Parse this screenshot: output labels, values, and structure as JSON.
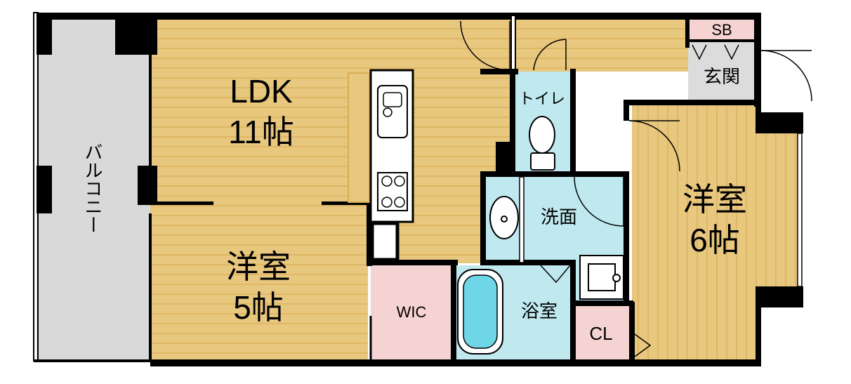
{
  "rooms": {
    "ldk": {
      "name": "LDK",
      "size": "11帖"
    },
    "western_5": {
      "name": "洋室",
      "size": "5帖"
    },
    "western_6": {
      "name": "洋室",
      "size": "6帖"
    },
    "balcony": {
      "name": "バルコニー"
    },
    "toilet": {
      "name": "トイレ"
    },
    "washroom": {
      "name": "洗面"
    },
    "bath": {
      "name": "浴室"
    },
    "wic": {
      "name": "WIC"
    },
    "closet": {
      "name": "CL"
    },
    "entrance": {
      "name": "玄関"
    },
    "shoebox": {
      "name": "SB"
    }
  },
  "colors": {
    "wall": "#000000",
    "wood_floor": "#e8c77e",
    "wood_line": "#d9ad55",
    "balcony": "#d9d9d9",
    "wet_area": "#bfe9ef",
    "closet": "#f6d3d3",
    "entrance": "#dcdcdc",
    "tub": "#6ed6e6"
  }
}
